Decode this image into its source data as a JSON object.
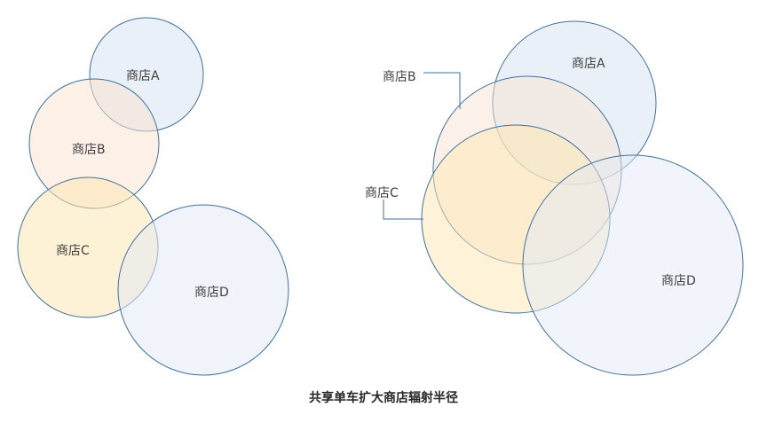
{
  "caption": "共享单车扩大商店辐射半径",
  "colors": {
    "stroke": "#41719c",
    "fill_blue": "#dae6f2",
    "fill_peach": "#f9e3d3",
    "fill_yellow": "#fde8b4",
    "fill_lightblue": "#e3eaf5",
    "leader": "#41719c"
  },
  "before": {
    "stores": [
      {
        "name": "商店A"
      },
      {
        "name": "商店B"
      },
      {
        "name": "商店C"
      },
      {
        "name": "商店D"
      }
    ]
  },
  "after": {
    "stores": [
      {
        "name": "商店A"
      },
      {
        "name": "商店B"
      },
      {
        "name": "商店C"
      },
      {
        "name": "商店D"
      }
    ]
  }
}
